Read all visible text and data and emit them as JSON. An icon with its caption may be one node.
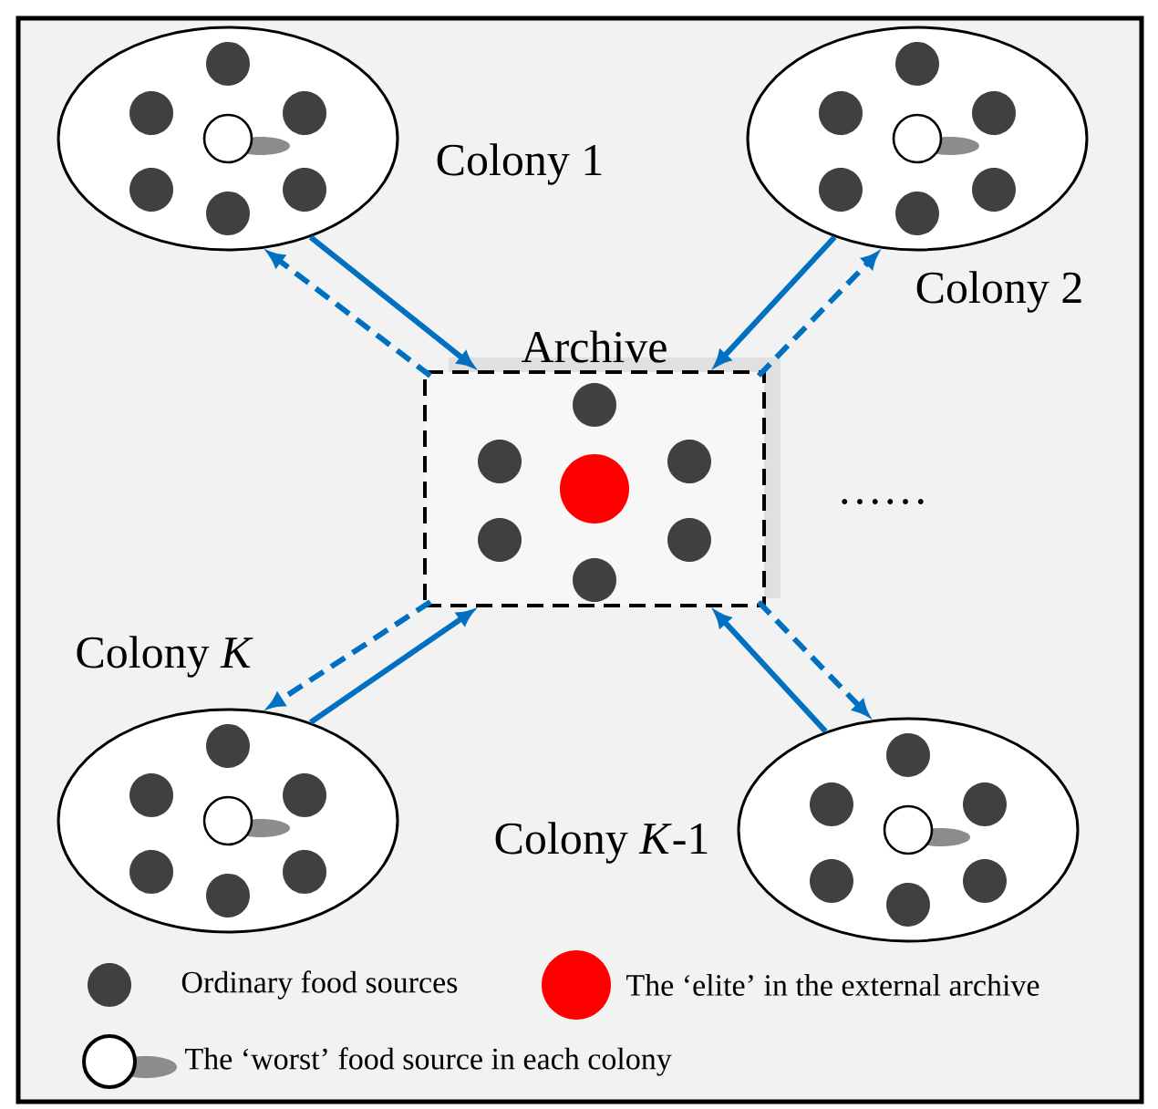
{
  "diagram": {
    "nodes": [
      {
        "text": [],
        "shape": "ellipse",
        "beside": [
          "Colony 1"
        ]
      },
      {
        "text": [],
        "shape": "ellipse",
        "beside": [
          "Colony 2"
        ]
      },
      {
        "text": [
          "Archive"
        ]
      },
      {
        "text": [],
        "shape": "ellipse",
        "beside": [
          "Colony *K*"
        ]
      },
      {
        "text": [],
        "shape": "ellipse",
        "beside": [
          "Colony *K*-1"
        ]
      }
    ],
    "edges": [
      {
        "from": 0,
        "to": 2,
        "arrow": "to"
      },
      {
        "from": 2,
        "to": 0,
        "arrow": "to",
        "style": "dashed"
      },
      {
        "from": 1,
        "to": 2,
        "arrow": "to"
      },
      {
        "from": 2,
        "to": 1,
        "arrow": "to",
        "style": "dashed"
      },
      {
        "from": 3,
        "to": 2,
        "arrow": "to"
      },
      {
        "from": 2,
        "to": 3,
        "arrow": "to",
        "style": "dashed"
      },
      {
        "from": 4,
        "to": 2,
        "arrow": "to"
      },
      {
        "from": 2,
        "to": 4,
        "arrow": "to",
        "style": "dashed"
      }
    ],
    "labels": [
      "……"
    ],
    "legend": [
      {
        "text": "Ordinary food sources",
        "color": "#404040"
      },
      {
        "text": "The ‘elite’ in the external archive",
        "color": "#ff0000"
      },
      {
        "text": "The ‘worst’ food source in each colony"
      }
    ]
  }
}
